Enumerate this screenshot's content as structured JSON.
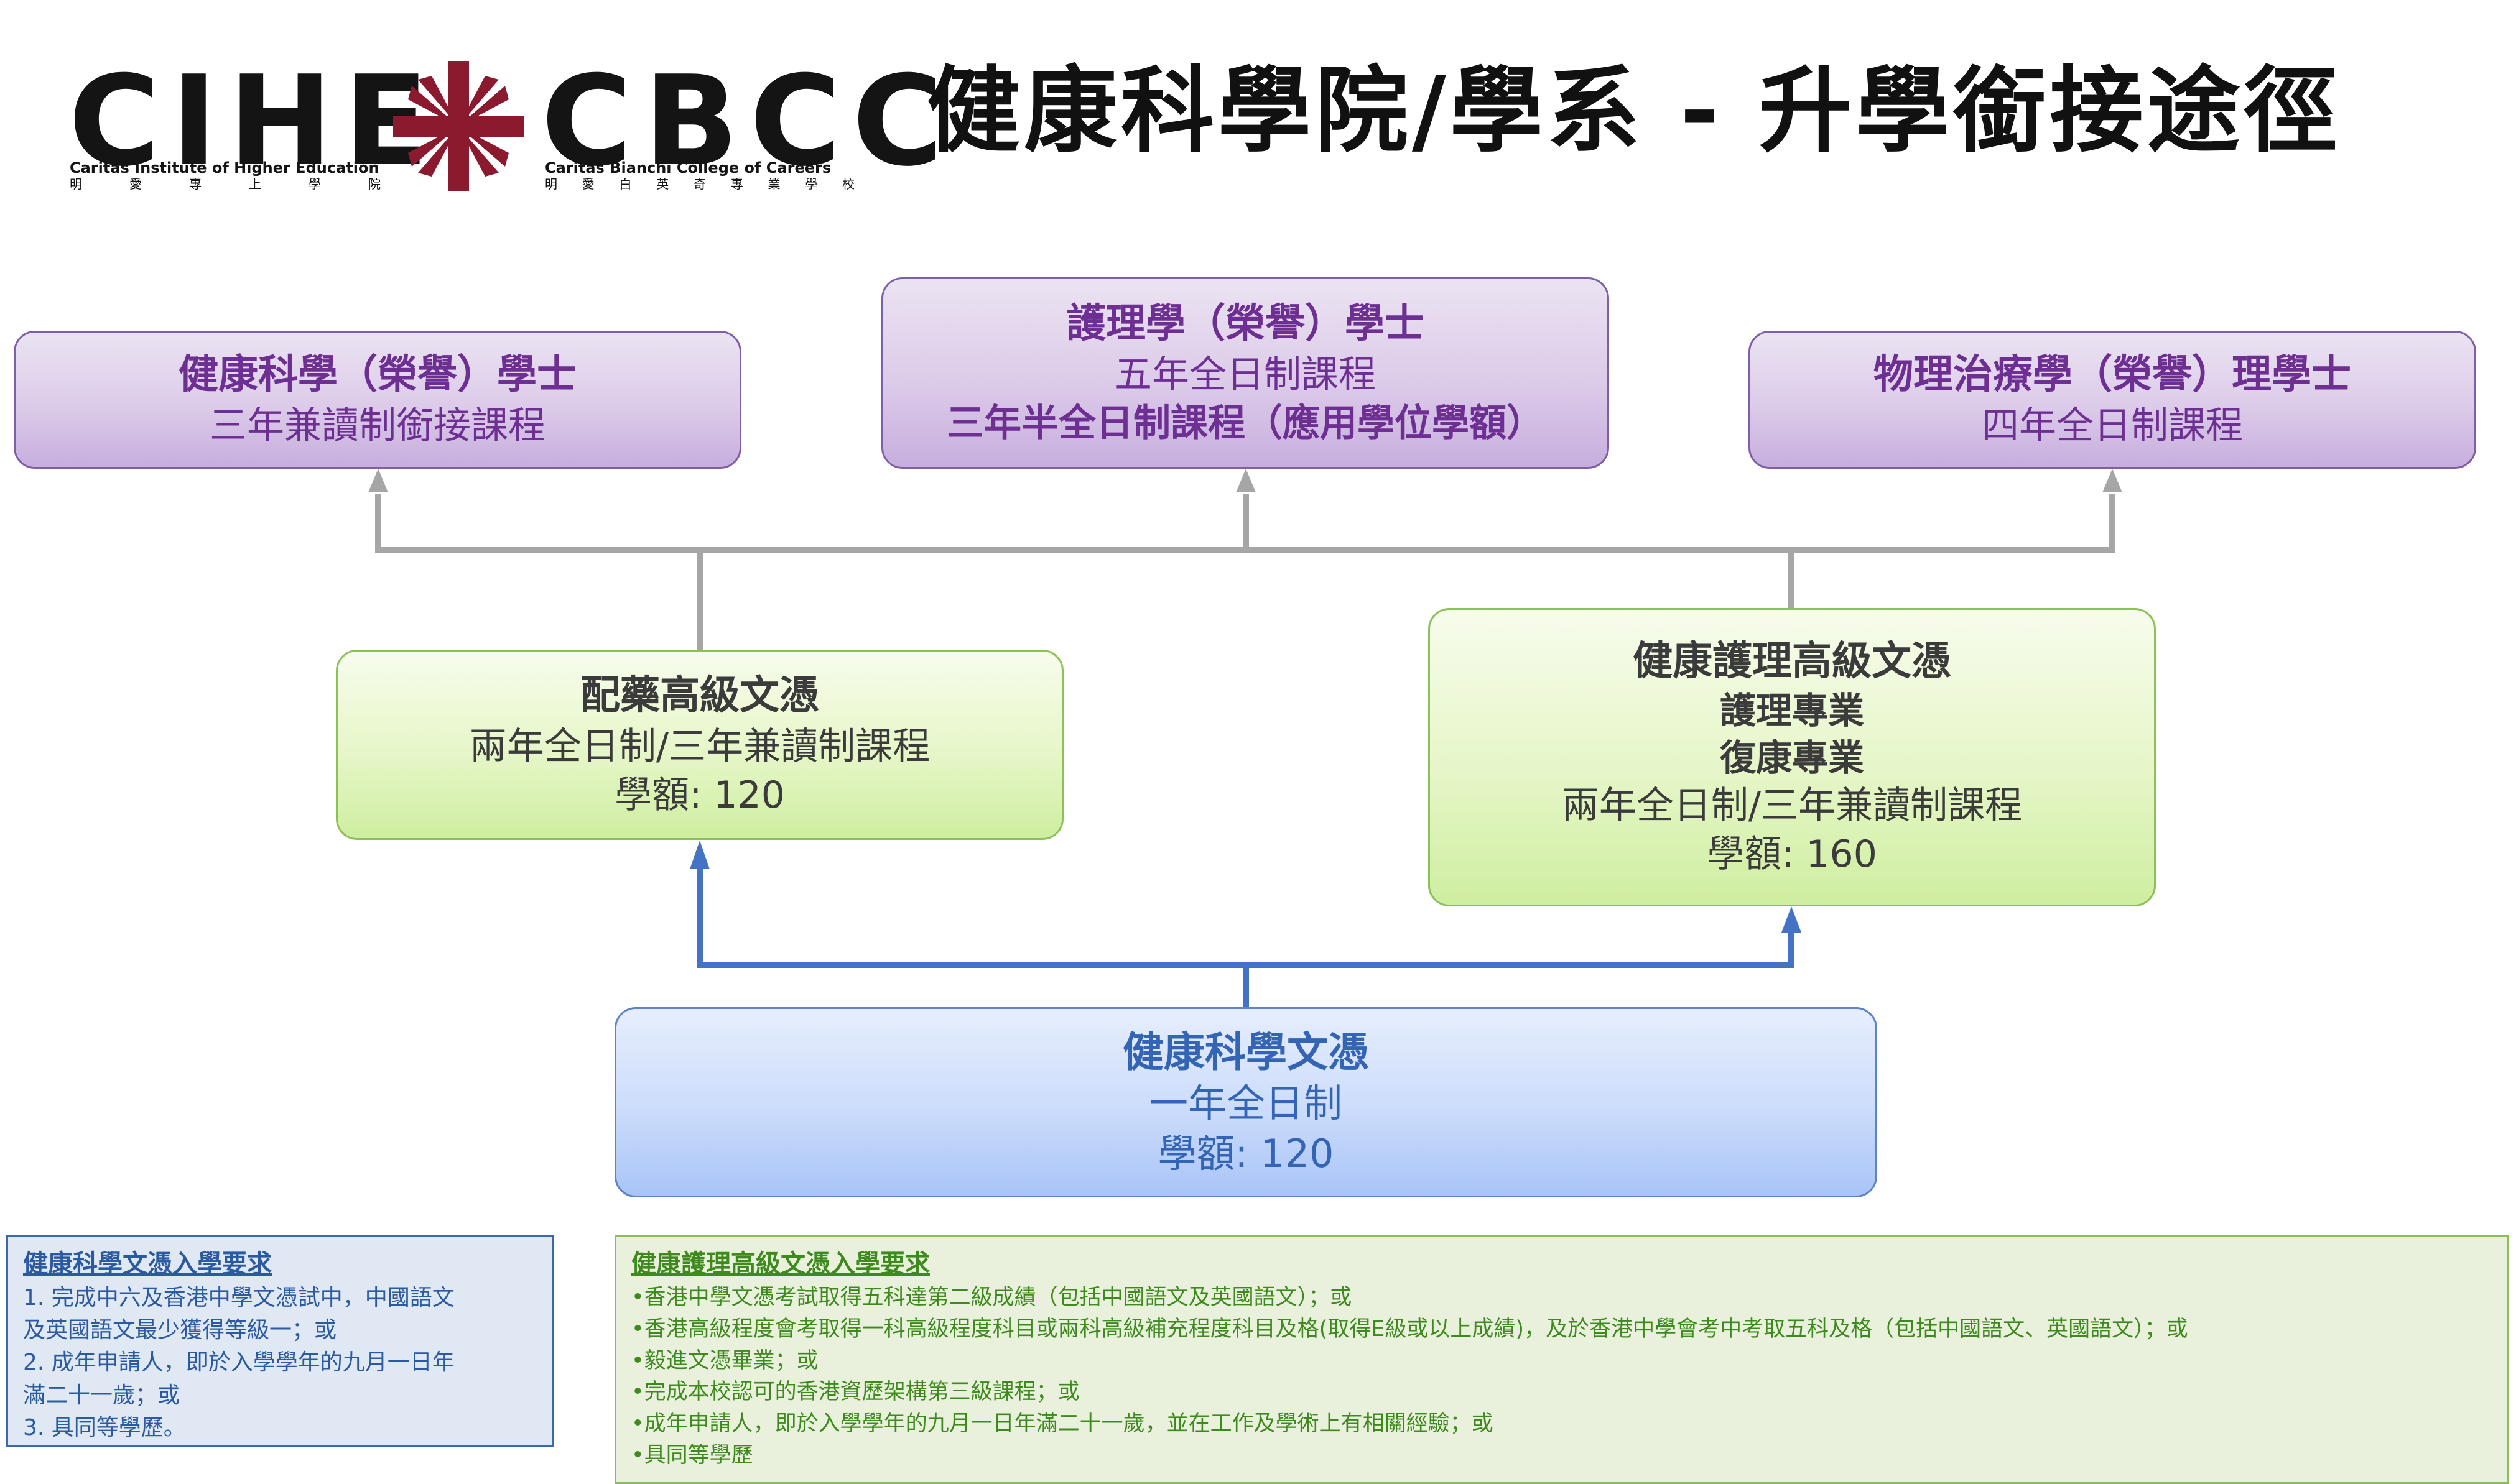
{
  "header": {
    "logo_left": "CIHE",
    "logo_left_en": "Caritas Institute of Higher Education",
    "logo_left_zh": [
      "明",
      "愛",
      "專",
      "上",
      "學",
      "院"
    ],
    "logo_right": "CBCC",
    "logo_right_en": "Caritas Bianchi College of Careers",
    "logo_right_zh": [
      "明",
      "愛",
      "白",
      "英",
      "奇",
      "專",
      "業",
      "學",
      "校"
    ],
    "title": "健康科學院/學系 - 升學銜接途徑"
  },
  "colors": {
    "purple_text": "#6e2f93",
    "blue_text": "#3464b4",
    "green_req_text": "#3f8a1f",
    "blue_arrow": "#4472c4",
    "gray_arrow": "#a6a6a6",
    "logo_cross": "#8b1a2e"
  },
  "degrees": [
    {
      "title": "健康科學（榮譽）學士",
      "lines": [
        "三年兼讀制銜接課程"
      ]
    },
    {
      "title": "護理學（榮譽）學士",
      "lines": [
        "五年全日制課程"
      ],
      "bold_line": "三年半全日制課程（應用學位學額）"
    },
    {
      "title": "物理治療學（榮譽）理學士",
      "lines": [
        "四年全日制課程"
      ]
    }
  ],
  "diplomas": [
    {
      "title": "配藥高級文憑",
      "lines": [
        "兩年全日制/三年兼讀制課程",
        "學額: 120"
      ]
    },
    {
      "title": "健康護理高級文憑",
      "bold_lines": [
        "護理專業",
        "復康專業"
      ],
      "lines": [
        "兩年全日制/三年兼讀制課程",
        "學額: 160"
      ]
    }
  ],
  "foundation": {
    "title": "健康科學文憑",
    "lines": [
      "一年全日制",
      "學額: 120"
    ]
  },
  "requirements": [
    {
      "title": "健康科學文憑入學要求",
      "items": [
        "1. 完成中六及香港中學文憑試中，中國語文",
        "及英國語文最少獲得等級一；或",
        "2. 成年申請人，即於入學學年的九月一日年",
        "滿二十一歲；或",
        "3. 具同等學歷。"
      ]
    },
    {
      "title": "健康護理高級文憑入學要求",
      "items": [
        "•香港中學文憑考試取得五科達第二級成績（包括中國語文及英國語文）；或",
        "•香港高級程度會考取得一科高級程度科目或兩科高級補充程度科目及格(取得E級或以上成績)，及於香港中學會考中考取五科及格（包括中國語文、英國語文）；或",
        "•毅進文憑畢業；或",
        "•完成本校認可的香港資歷架構第三級課程；或",
        "•成年申請人，即於入學學年的九月一日年滿二十一歲，並在工作及學術上有相關經驗；或",
        "•具同等學歷"
      ]
    }
  ]
}
